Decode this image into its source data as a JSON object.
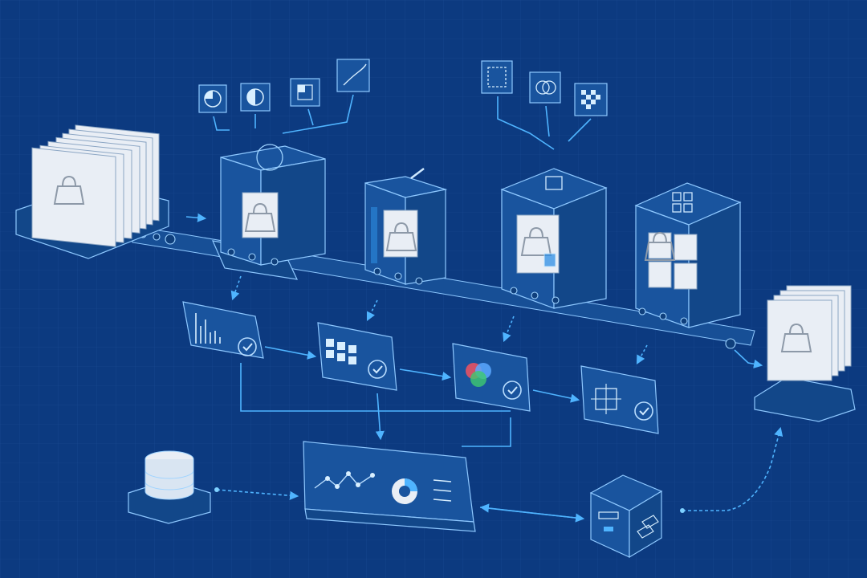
{
  "palette": {
    "background": "#0c3a80",
    "accent": "#4fb4ff",
    "panel_stroke": "#8ec8ff",
    "card_fill": "#e9eef5",
    "check_green": "#40c0ff"
  },
  "icons": {
    "source_stack": "bag-image-stack",
    "output_stack": "bag-image-stack",
    "stage_1": [
      "half-moon-icon",
      "contrast-icon",
      "grid-pixel-icon",
      "curve-icon"
    ],
    "stage_3": [
      "crop-frame-icon",
      "color-overlap-icon",
      "checkerboard-icon"
    ],
    "validators": [
      "histogram-check",
      "grid-check",
      "color-check",
      "transform-check"
    ],
    "database": "database-icon",
    "dashboard": "analytics-dashboard",
    "export_box": "storage-box-icon"
  }
}
